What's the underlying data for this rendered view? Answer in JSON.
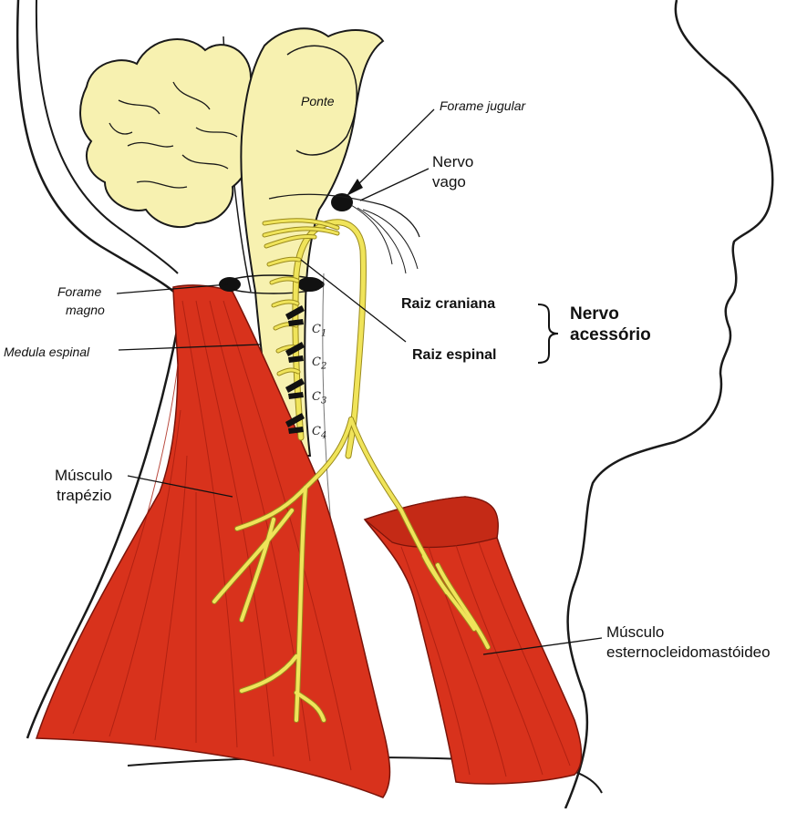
{
  "labels": {
    "ponte": "Ponte",
    "forame_jugular": "Forame jugular",
    "nervo_vago_1": "Nervo",
    "nervo_vago_2": "vago",
    "forame_magno_1": "Forame",
    "forame_magno_2": "magno",
    "medula_espinal": "Medula espinal",
    "raiz_craniana": "Raiz craniana",
    "raiz_espinal": "Raiz espinal",
    "nervo_acessorio_1": "Nervo",
    "nervo_acessorio_2": "acessório",
    "c1": "C1",
    "c2": "C2",
    "c3": "C3",
    "c4": "C4",
    "musculo_trapezio_1": "Músculo",
    "musculo_trapezio_2": "trapézio",
    "musculo_ecm_1": "Músculo",
    "musculo_ecm_2": "esternocleidomastóideo"
  },
  "colors": {
    "muscle": "#d8321c",
    "muscle_dark": "#a81e10",
    "nerve": "#f0e45a",
    "nerve_outline": "#9a8a1c",
    "brain": "#f7f1b0",
    "outline": "#1a1a1a",
    "foramen": "#111111"
  }
}
